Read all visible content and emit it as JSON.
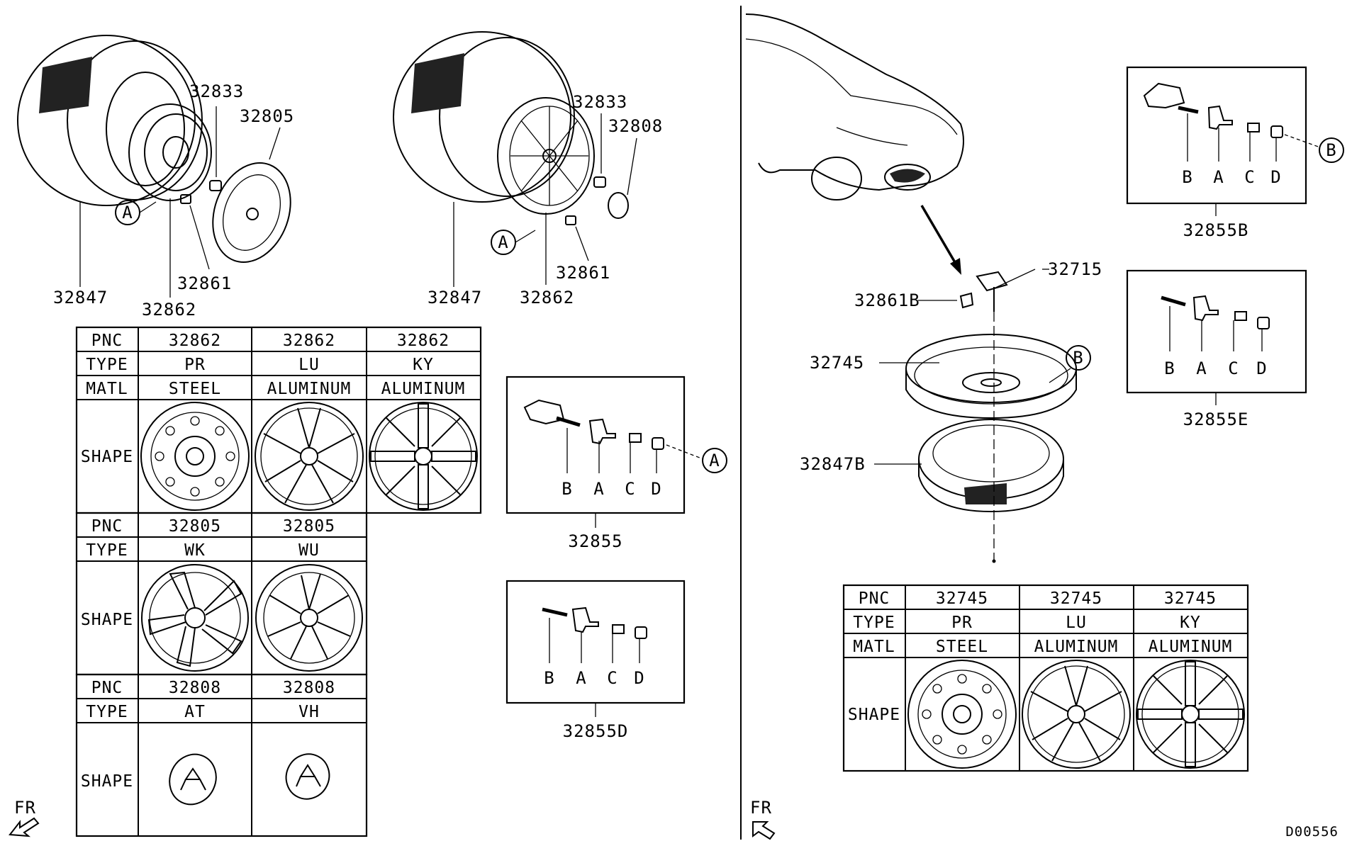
{
  "left_panel": {
    "steel_wheel_labels": {
      "tire": "32847",
      "wheel": "32862",
      "nut": "32833",
      "cover": "32805",
      "weight": "32861",
      "valve_ref": "A"
    },
    "alloy_wheel_labels": {
      "tire": "32847",
      "wheel": "32862",
      "nut": "32833",
      "cap": "32808",
      "weight": "32861",
      "valve_ref": "A"
    },
    "wheel_table": {
      "headers": [
        "PNC",
        "TYPE",
        "MATL",
        "SHAPE"
      ],
      "columns": [
        {
          "pnc": "32862",
          "type": "PR",
          "matl": "STEEL",
          "shape": "steel-wheel-icon"
        },
        {
          "pnc": "32862",
          "type": "LU",
          "matl": "ALUMINUM",
          "shape": "alloy-wheel-lu-icon"
        },
        {
          "pnc": "32862",
          "type": "KY",
          "matl": "ALUMINUM",
          "shape": "alloy-wheel-ky-icon"
        }
      ]
    },
    "cover_table": {
      "headers": [
        "PNC",
        "TYPE",
        "SHAPE"
      ],
      "columns": [
        {
          "pnc": "32805",
          "type": "WK",
          "shape": "wheel-cover-wk-icon"
        },
        {
          "pnc": "32805",
          "type": "WU",
          "shape": "wheel-cover-wu-icon"
        }
      ]
    },
    "cap_table": {
      "headers": [
        "PNC",
        "TYPE",
        "SHAPE"
      ],
      "columns": [
        {
          "pnc": "32808",
          "type": "AT",
          "shape": "center-cap-at-icon"
        },
        {
          "pnc": "32808",
          "type": "VH",
          "shape": "center-cap-vh-icon"
        }
      ]
    },
    "valve_box_1": {
      "parts": [
        "B",
        "A",
        "C",
        "D"
      ],
      "ref": "A",
      "pnc": "32855"
    },
    "valve_box_2": {
      "parts": [
        "B",
        "A",
        "C",
        "D"
      ],
      "pnc": "32855D"
    },
    "fr_label": "FR"
  },
  "right_panel": {
    "spare_labels": {
      "bracket": "32715",
      "weight": "32861B",
      "wheel": "32745",
      "tire": "32847B",
      "valve_ref": "B"
    },
    "valve_box_b": {
      "parts": [
        "B",
        "A",
        "C",
        "D"
      ],
      "ref": "B",
      "pnc": "32855B"
    },
    "valve_box_e": {
      "parts": [
        "B",
        "A",
        "C",
        "D"
      ],
      "pnc": "32855E"
    },
    "spare_table": {
      "headers": [
        "PNC",
        "TYPE",
        "MATL",
        "SHAPE"
      ],
      "columns": [
        {
          "pnc": "32745",
          "type": "PR",
          "matl": "STEEL",
          "shape": "steel-wheel-icon"
        },
        {
          "pnc": "32745",
          "type": "LU",
          "matl": "ALUMINUM",
          "shape": "alloy-wheel-lu-icon"
        },
        {
          "pnc": "32745",
          "type": "KY",
          "matl": "ALUMINUM",
          "shape": "alloy-wheel-ky-icon"
        }
      ]
    },
    "fr_label": "FR",
    "diagram_code": "D00556"
  }
}
